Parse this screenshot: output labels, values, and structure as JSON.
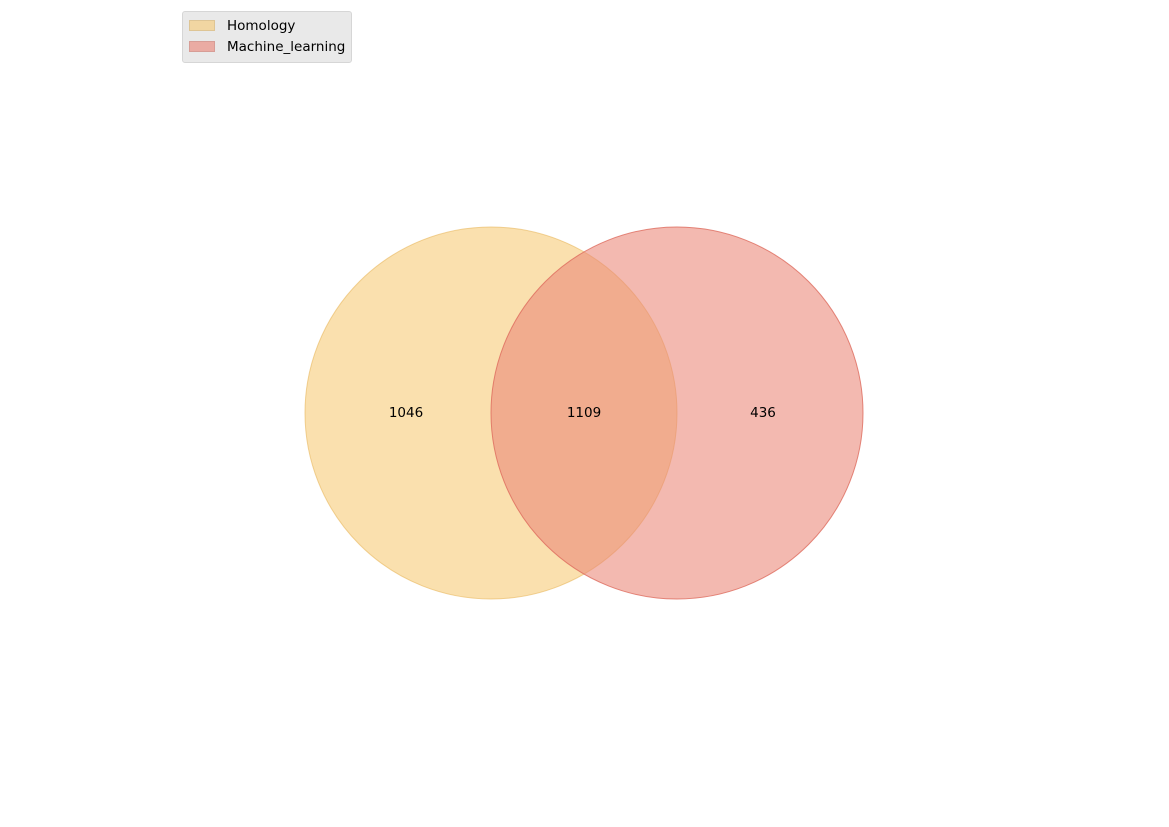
{
  "chart_data": {
    "type": "venn",
    "sets": [
      {
        "name": "Homology",
        "color": "#f5c76b",
        "edge_color": "#e8b65a",
        "legend_color": "#f1d6a2"
      },
      {
        "name": "Machine_learning",
        "color": "#ea8677",
        "edge_color": "#dd6a5c",
        "legend_color": "#eaaba3"
      }
    ],
    "regions": [
      {
        "sets": [
          "Homology"
        ],
        "label": "1046",
        "value": 1046
      },
      {
        "sets": [
          "Homology",
          "Machine_learning"
        ],
        "label": "1109",
        "value": 1109
      },
      {
        "sets": [
          "Machine_learning"
        ],
        "label": "436",
        "value": 436
      }
    ],
    "legend_position": "upper-left",
    "title": "",
    "xlabel": "",
    "ylabel": ""
  }
}
